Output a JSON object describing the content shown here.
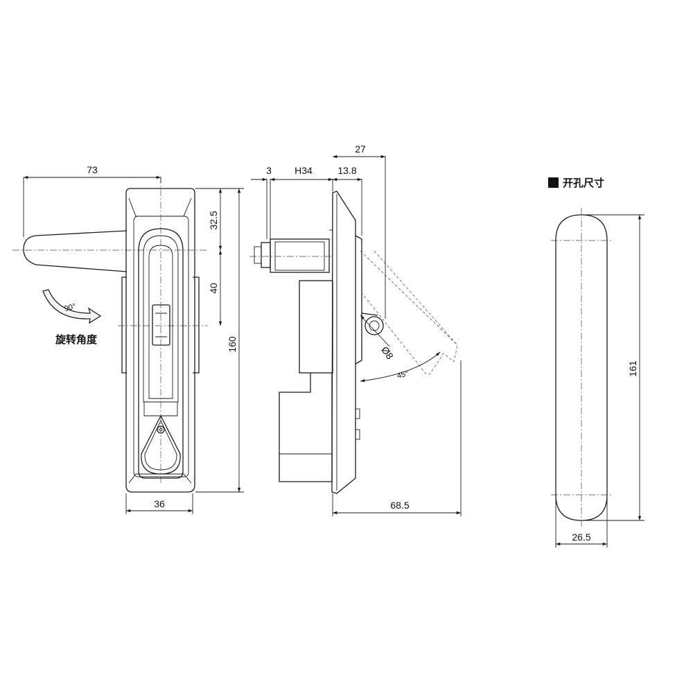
{
  "front_view": {
    "dim_width_top": "73",
    "dim_width_bottom": "36",
    "dim_height_total": "160",
    "dim_upper_offset": "32.5",
    "dim_mid_offset": "40",
    "rotation_angle": "90°",
    "rotation_label": "旋转角度"
  },
  "side_view": {
    "dim_panel": "3",
    "dim_depth": "H34",
    "dim_handle_offset": "13.8",
    "dim_handle_reach": "27",
    "dim_pin_diameter": "Ø8",
    "dim_lift_angle": "45°",
    "dim_handle_length": "68.5"
  },
  "cutout_view": {
    "title": "开孔尺寸",
    "dim_height": "161",
    "dim_width": "26.5"
  },
  "colors": {
    "line": "#1a1a1a",
    "background": "#ffffff"
  }
}
